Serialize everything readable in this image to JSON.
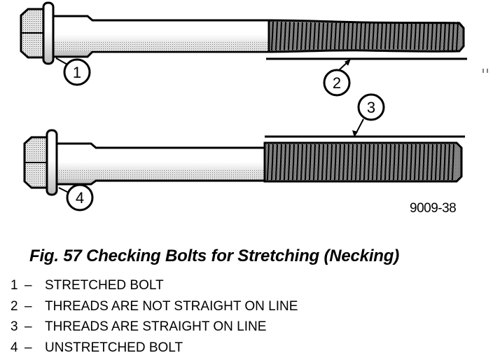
{
  "figure_id": "9009-38",
  "caption": "Fig. 57 Checking Bolts for Stretching (Necking)",
  "callouts": [
    "1",
    "2",
    "3",
    "4"
  ],
  "legend": [
    {
      "num": "1",
      "dash": "–",
      "text": "STRETCHED BOLT"
    },
    {
      "num": "2",
      "dash": "–",
      "text": "THREADS ARE NOT STRAIGHT ON LINE"
    },
    {
      "num": "3",
      "dash": "–",
      "text": "THREADS ARE STRAIGHT ON LINE"
    },
    {
      "num": "4",
      "dash": "–",
      "text": "UNSTRETCHED BOLT"
    }
  ]
}
